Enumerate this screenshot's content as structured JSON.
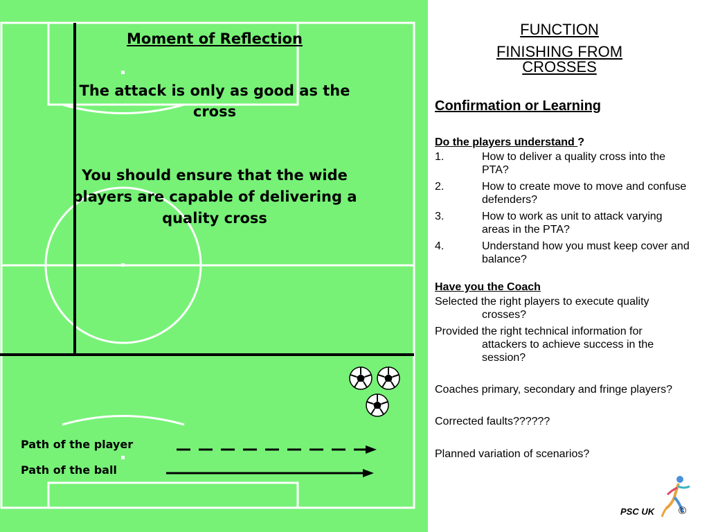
{
  "pitch": {
    "colors": {
      "grass": "#77f277",
      "lines": "#ffffff",
      "dark": "#000000"
    },
    "reflection_title": "Moment of Reflection",
    "attack_text": "The attack is only as good as the cross",
    "ensure_text": "You should ensure that the wide players are capable of delivering a quality cross",
    "legend": {
      "player_label": "Path of the player",
      "ball_label": "Path of the ball"
    },
    "ball_icon": "soccer-ball-icon"
  },
  "panel": {
    "title_line1": "FUNCTION",
    "title_line2a": "FINISHING FROM",
    "title_line2b": "CROSSES",
    "subtitle": "Confirmation or Learning",
    "questions_heading": "Do the players understand ",
    "questions_heading_mark": "?",
    "questions": [
      {
        "num": "1.",
        "text": "How to deliver a quality cross into the PTA?"
      },
      {
        "num": "2.",
        "text": "How to create move to move and confuse defenders?"
      },
      {
        "num": "3.",
        "text": "How to work as unit to attack varying areas in the PTA?"
      },
      {
        "num": "4.",
        "text": "Understand how you must keep cover and balance?"
      }
    ],
    "coach_heading": "Have you the Coach",
    "coach_items": [
      "Selected the right players to execute quality crosses?",
      "Provided the right technical information for attackers to achieve success in the session?",
      "Coaches primary, secondary and fringe players?",
      "Corrected faults??????",
      "Planned variation of scenarios?"
    ]
  },
  "footer": {
    "brand": "PSC UK",
    "copyright": "©",
    "logo_icon": "running-figure-logo-icon"
  }
}
